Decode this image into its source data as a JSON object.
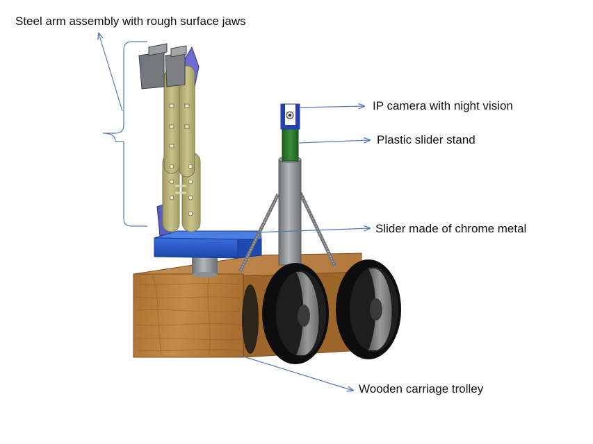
{
  "labels": {
    "arm": "Steel arm assembly with rough surface jaws",
    "camera": "IP camera with night vision",
    "stand": "Plastic slider stand",
    "slider": "Slider made of chrome metal",
    "trolley": "Wooden carriage trolley"
  },
  "colors": {
    "wood": "#b57c3c",
    "wood_dark": "#8a5a26",
    "arm": "#b7b27a",
    "base_blue": "#2255c4",
    "stand_green": "#2d7a2d",
    "chrome": "#8e9296",
    "wheel": "#0d0d0d",
    "leader": "#5577bb"
  }
}
